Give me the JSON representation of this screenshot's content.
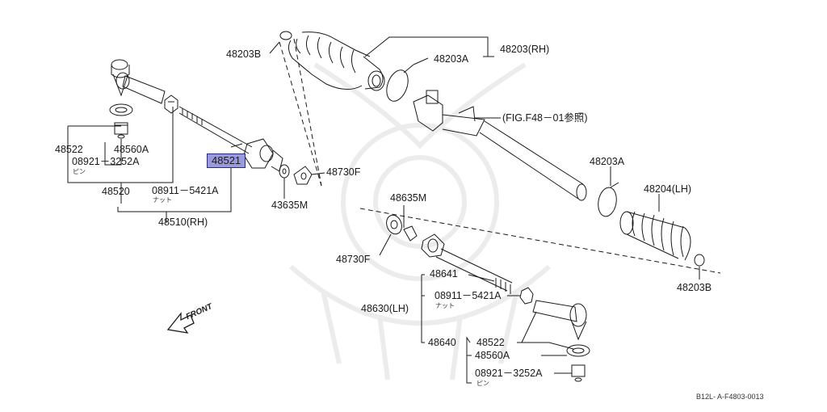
{
  "labels": {
    "boot_rh": "48203(RH)",
    "clamp_b_top": "48203B",
    "clamp_a_top": "48203A",
    "fig_ref": "(FIG.F48－01参照)",
    "clamp_a_right": "48203A",
    "boot_lh": "48204(LH)",
    "clamp_b_bottom": "48203B",
    "end_48522": "48522",
    "end_48560a": "48560A",
    "pin_rh": "08921－3252A",
    "pin_rh_kana": "ピン",
    "end_48520": "48520",
    "nut_rh": "08911－5421A",
    "nut_rh_kana": "ナット",
    "rod_48521": "48521",
    "washer_48730f_rh": "48730F",
    "washer_43635m": "43635M",
    "assy_rh": "48510(RH)",
    "washer_48635m_lh": "48635M",
    "washer_48730f_lh": "48730F",
    "rod_48641": "48641",
    "nut_lh": "08911－5421A",
    "nut_lh_kana": "ナット",
    "assy_lh": "48630(LH)",
    "end_48640": "48640",
    "lh_48522": "48522",
    "lh_48560a": "48560A",
    "pin_lh": "08921－3252A",
    "pin_lh_kana": "ピン",
    "front": "FRONT",
    "diagram_id": "B12L- A-F4803-0013"
  },
  "colors": {
    "ink": "#1a1a1a",
    "highlight": "#9999dd",
    "watermark": "#ececec"
  },
  "icons": {
    "front_arrow": "front-arrow-icon",
    "watermark": "samurai-helmet-watermark"
  }
}
